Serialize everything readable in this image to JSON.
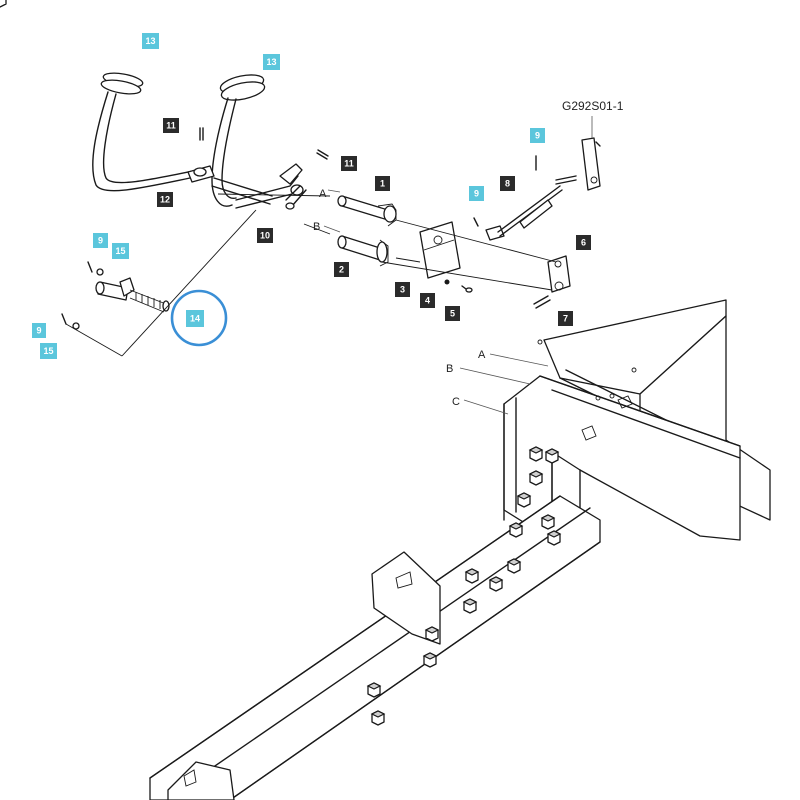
{
  "drawing_code": "G292S01-1",
  "callouts": [
    {
      "id": "c13a",
      "text": "13",
      "style": "cyan"
    },
    {
      "id": "c13b",
      "text": "13",
      "style": "cyan"
    },
    {
      "id": "c11a",
      "text": "11",
      "style": "dark"
    },
    {
      "id": "c11b",
      "text": "11",
      "style": "dark"
    },
    {
      "id": "c12",
      "text": "12",
      "style": "dark"
    },
    {
      "id": "c1",
      "text": "1",
      "style": "dark"
    },
    {
      "id": "c2",
      "text": "2",
      "style": "dark"
    },
    {
      "id": "c10",
      "text": "10",
      "style": "dark"
    },
    {
      "id": "c9a",
      "text": "9",
      "style": "cyan"
    },
    {
      "id": "c15a",
      "text": "15",
      "style": "cyan"
    },
    {
      "id": "c14",
      "text": "14",
      "style": "cyan"
    },
    {
      "id": "c9b",
      "text": "9",
      "style": "cyan"
    },
    {
      "id": "c15b",
      "text": "15",
      "style": "cyan"
    },
    {
      "id": "c3",
      "text": "3",
      "style": "dark"
    },
    {
      "id": "c4",
      "text": "4",
      "style": "dark"
    },
    {
      "id": "c5",
      "text": "5",
      "style": "dark"
    },
    {
      "id": "c6",
      "text": "6",
      "style": "dark"
    },
    {
      "id": "c7",
      "text": "7",
      "style": "dark"
    },
    {
      "id": "c8",
      "text": "8",
      "style": "dark"
    },
    {
      "id": "c9c",
      "text": "9",
      "style": "cyan"
    },
    {
      "id": "c9d",
      "text": "9",
      "style": "cyan"
    }
  ],
  "letters": {
    "a_upper": "A",
    "b_upper": "B",
    "a_frame": "A",
    "b_frame": "B",
    "c_frame": "C"
  },
  "highlight": {
    "target": "14",
    "color": "#3a8fd6"
  },
  "colors": {
    "cyan_callout": "#5bc6dc",
    "dark_callout": "#2b2b2b",
    "line": "#1a1a1a"
  }
}
